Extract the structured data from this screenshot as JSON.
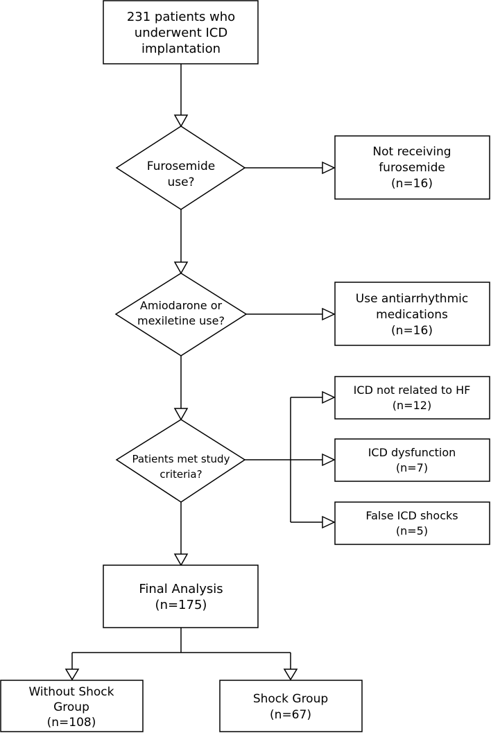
{
  "start": {
    "lines": [
      "231 patients who",
      "underwent ICD",
      "implantation"
    ]
  },
  "decision_furosemide": {
    "lines": [
      "Furosemide",
      "use?"
    ]
  },
  "exclude_furosemide": {
    "lines": [
      "Not receiving",
      "furosemide",
      "(n=16)"
    ]
  },
  "decision_antiarrhythmic": {
    "lines": [
      "Amiodarone or",
      "mexiletine use?"
    ]
  },
  "exclude_antiarrhythmic": {
    "lines": [
      "Use antiarrhythmic",
      "medications",
      "(n=16)"
    ]
  },
  "decision_criteria": {
    "lines": [
      "Patients met study",
      "criteria?"
    ]
  },
  "exclude_not_hf": {
    "lines": [
      "ICD not related to HF",
      "(n=12)"
    ]
  },
  "exclude_dysfunction": {
    "lines": [
      "ICD dysfunction",
      "(n=7)"
    ]
  },
  "exclude_false_shocks": {
    "lines": [
      "False ICD shocks",
      "(n=5)"
    ]
  },
  "final_analysis": {
    "lines": [
      "Final Analysis",
      "(n=175)"
    ]
  },
  "group_no_shock": {
    "lines": [
      "Without Shock",
      "Group",
      "(n=108)"
    ]
  },
  "group_shock": {
    "lines": [
      "Shock Group",
      "(n=67)"
    ]
  }
}
